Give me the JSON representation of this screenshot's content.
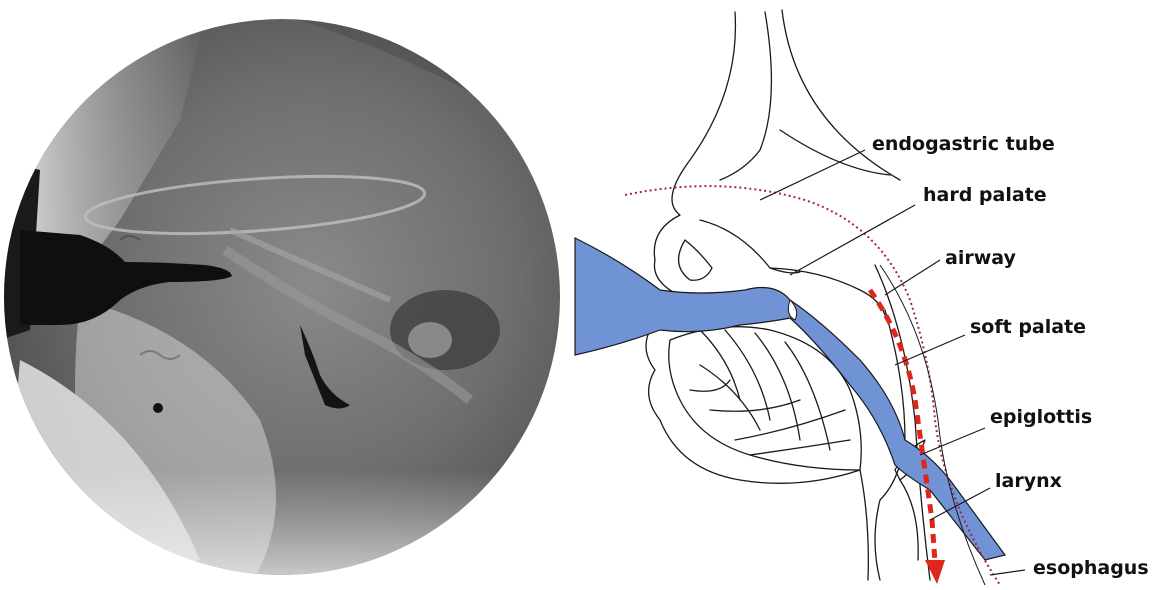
{
  "colors": {
    "barium_blue": "#6f93d4",
    "airway_dotted": "#a8234a",
    "arrow_red": "#e0251b",
    "xray_background": "#7a7a7a"
  },
  "labels": {
    "endogastric_tube": "endogastric tube",
    "hard_palate": "hard palate",
    "airway": "airway",
    "soft_palate": "soft palate",
    "epiglottis": "epiglottis",
    "larynx": "larynx",
    "esophagus": "esophagus"
  }
}
